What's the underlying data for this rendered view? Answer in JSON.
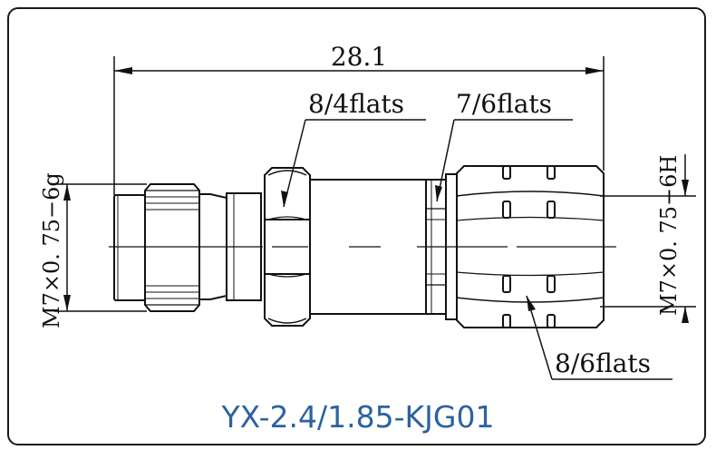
{
  "drawing": {
    "overall_length": "28.1",
    "flats_nut_left": "8/4flats",
    "flats_middle": "7/6flats",
    "flats_nut_right": "8/6flats",
    "thread_left": "M7×0. 75−6g",
    "thread_right": "M7×0. 75−6H"
  },
  "model": "YX-2.4/1.85-KJG01",
  "colors": {
    "line": "#111111",
    "model_text": "#2c62a0",
    "frame": "#1a1a1a"
  }
}
